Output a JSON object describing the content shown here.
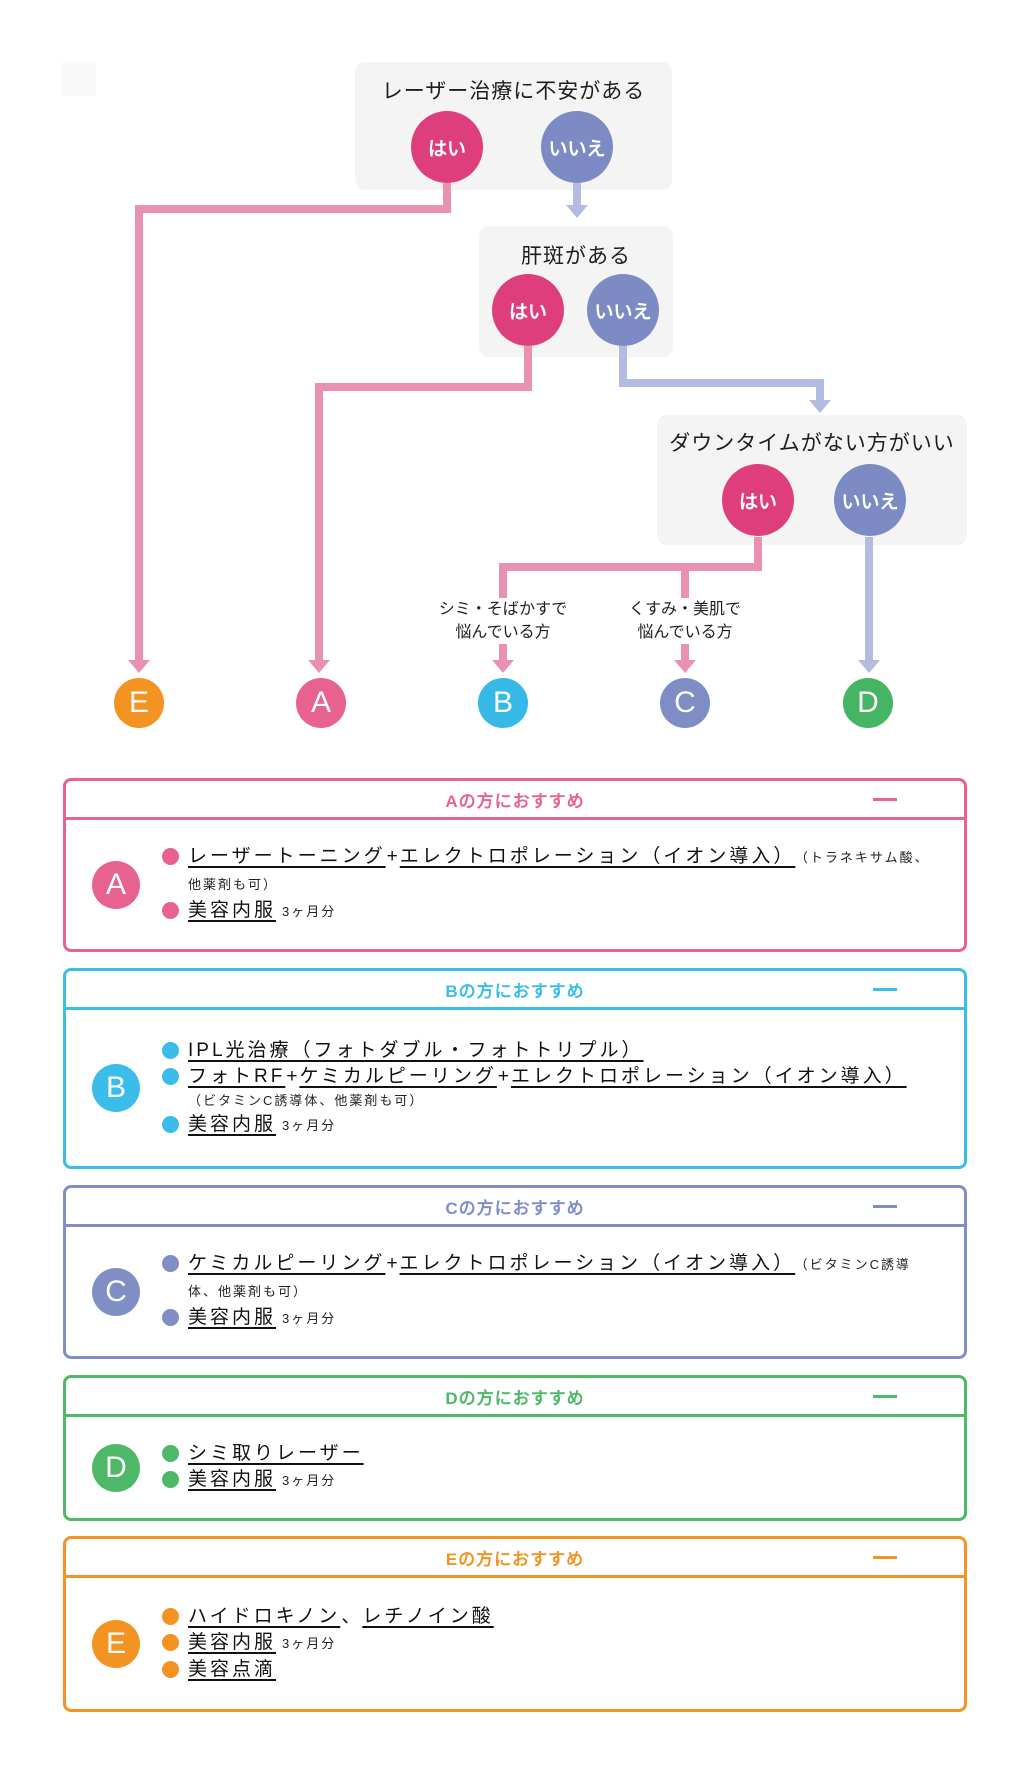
{
  "colors": {
    "yes": "#DE3F7C",
    "no": "#7C8BC4",
    "yes_line": "#E991B2",
    "no_line": "#B3BCE0",
    "question_bg": "#F4F4F4"
  },
  "flowchart": {
    "questions": [
      {
        "title": "レーザー治療に不安がある",
        "yes": "はい",
        "no": "いいえ"
      },
      {
        "title": "肝斑がある",
        "yes": "はい",
        "no": "いいえ"
      },
      {
        "title": "ダウンタイムがない方がいい",
        "yes": "はい",
        "no": "いいえ"
      }
    ],
    "branch_labels": [
      {
        "lines": [
          "シミ・そばかすで",
          "悩んでいる方"
        ]
      },
      {
        "lines": [
          "くすみ・美肌で",
          "悩んでいる方"
        ]
      }
    ],
    "results": {
      "E": {
        "letter": "E",
        "color": "#F29322"
      },
      "A": {
        "letter": "A",
        "color": "#E8628E"
      },
      "B": {
        "letter": "B",
        "color": "#36B9E6"
      },
      "C": {
        "letter": "C",
        "color": "#7F8DC5"
      },
      "D": {
        "letter": "D",
        "color": "#45B463"
      }
    }
  },
  "cards": [
    {
      "letter": "A",
      "title": "Aの方におすすめ",
      "color": "#E8628E",
      "items": [
        [
          {
            "type": "link",
            "text": "レーザートーニング"
          },
          {
            "type": "plain",
            "text": "+"
          },
          {
            "type": "link",
            "text": "エレクトロポレーション（イオン導入）"
          },
          {
            "type": "note",
            "text": "（トラネキサム酸、他薬剤も可）"
          }
        ],
        [
          {
            "type": "link",
            "text": "美容内服"
          },
          {
            "type": "note",
            "text": "3ヶ月分"
          }
        ]
      ]
    },
    {
      "letter": "B",
      "title": "Bの方におすすめ",
      "color": "#3ABDE8",
      "items": [
        [
          {
            "type": "link",
            "text": "IPL光治療（フォトダブル・フォトトリプル）"
          }
        ],
        [
          {
            "type": "link",
            "text": "フォトRF"
          },
          {
            "type": "plain",
            "text": "+"
          },
          {
            "type": "link",
            "text": "ケミカルピーリング"
          },
          {
            "type": "plain",
            "text": "+"
          },
          {
            "type": "link",
            "text": "エレクトロポレーション（イオン導入）"
          },
          {
            "type": "note",
            "text": "（ビタミンC誘導体、他薬剤も可）",
            "block": true
          }
        ],
        [
          {
            "type": "link",
            "text": "美容内服"
          },
          {
            "type": "note",
            "text": "3ヶ月分"
          }
        ]
      ]
    },
    {
      "letter": "C",
      "title": "Cの方におすすめ",
      "color": "#7F8EC5",
      "items": [
        [
          {
            "type": "link",
            "text": "ケミカルピーリング"
          },
          {
            "type": "plain",
            "text": "+"
          },
          {
            "type": "link",
            "text": "エレクトロポレーション（イオン導入）"
          },
          {
            "type": "note",
            "text": "（ビタミンC誘導体、他薬剤も可）"
          }
        ],
        [
          {
            "type": "link",
            "text": "美容内服"
          },
          {
            "type": "note",
            "text": "3ヶ月分"
          }
        ]
      ]
    },
    {
      "letter": "D",
      "title": "Dの方におすすめ",
      "color": "#4DB867",
      "items": [
        [
          {
            "type": "link",
            "text": "シミ取りレーザー"
          }
        ],
        [
          {
            "type": "link",
            "text": "美容内服"
          },
          {
            "type": "note",
            "text": "3ヶ月分"
          }
        ]
      ]
    },
    {
      "letter": "E",
      "title": "Eの方におすすめ",
      "color": "#F29322",
      "items": [
        [
          {
            "type": "link",
            "text": "ハイドロキノン"
          },
          {
            "type": "plain",
            "text": "、"
          },
          {
            "type": "link",
            "text": "レチノイン酸"
          }
        ],
        [
          {
            "type": "link",
            "text": "美容内服"
          },
          {
            "type": "note",
            "text": "3ヶ月分"
          }
        ],
        [
          {
            "type": "link",
            "text": "美容点滴"
          }
        ]
      ]
    }
  ]
}
